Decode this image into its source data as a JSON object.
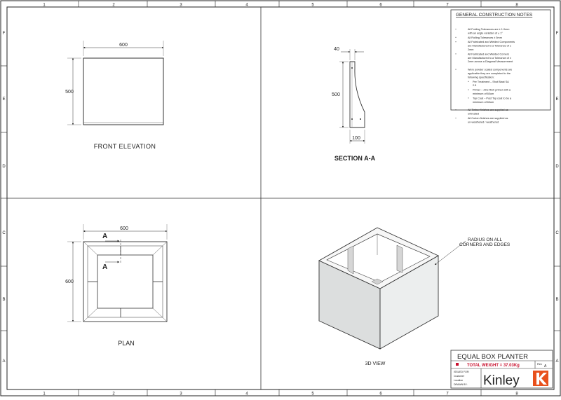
{
  "grid": {
    "columns": [
      "1",
      "2",
      "3",
      "4",
      "5",
      "6",
      "7",
      "8"
    ],
    "rows": [
      "F",
      "E",
      "D",
      "C",
      "B",
      "A"
    ]
  },
  "views": {
    "front_elevation": {
      "title": "FRONT ELEVATION",
      "width_dim": "600",
      "height_dim": "500"
    },
    "section": {
      "title": "SECTION A-A",
      "top_dim": "40",
      "height_dim": "500",
      "bottom_dim": "100"
    },
    "plan": {
      "title": "PLAN",
      "width_dim": "600",
      "height_dim": "600",
      "section_marker": "A"
    },
    "view_3d": {
      "title": "3D VIEW",
      "note_line1": "RADIUS ON ALL",
      "note_line2": "CORNERS AND EDGES"
    }
  },
  "notes": {
    "title": "GENERAL CONSTRUCTION NOTES",
    "items": [
      "All Folding Tolerances are ± 1.0mm with an angle variation of ± 1°",
      "All Rolling Tolerances ± 5mm",
      "All Fabricated and Welded Components are Manufactured to a Tolerance of ± 2mm",
      "All Fabricated and Welded Corners are Manufactured to a Tolerance of ± 2mm across a Diagonal Measurement",
      "Were powder coated components are applicable they are completed to the following specification:",
      "Pre Treatment – Shot Blast SA 2.5",
      "Primer – Zinc Rich primer with a minimum of 60um",
      "Top Coat – Post Top coat to be a minimum of 60um",
      "All Timber finishes are supplied as untreated",
      "All Corten finishes are supplied as un-weathered / weathered"
    ]
  },
  "title_block": {
    "product": "EQUAL BOX PLANTER",
    "weight": "TOTAL WEIGHT = 37.03Kg",
    "rev_label": "Rev",
    "rev_value": "A",
    "info_lines": [
      "ISSUED FOR:",
      "Customer",
      "Location",
      "DRAWN BY:"
    ],
    "brand": "Kinley",
    "brand_color": "#e8501c",
    "weight_color": "#c8102e"
  }
}
